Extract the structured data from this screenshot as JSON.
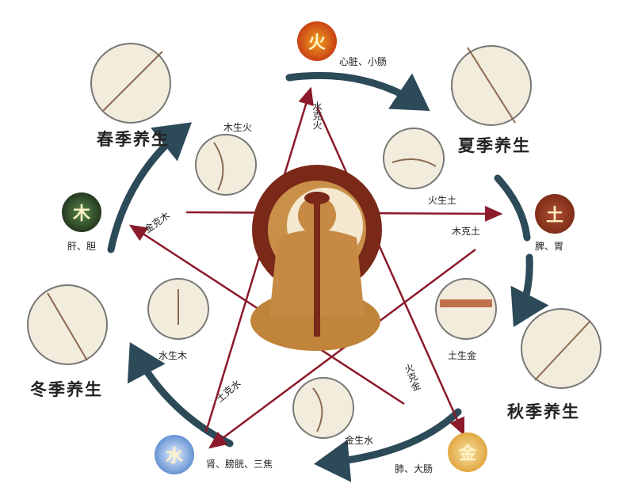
{
  "colors": {
    "fire": "#c8261a",
    "earth": "#7a2a1a",
    "metal": "#e09a2a",
    "water": "#3a78c8",
    "wood": "#1c2a1c",
    "cycle_arrow": "#2c4a58",
    "control_arrow": "#8b1a2a"
  },
  "elements": [
    {
      "key": "fire",
      "char": "火",
      "organs": "心脏、小肠"
    },
    {
      "key": "earth",
      "char": "土",
      "organs": "脾、胃"
    },
    {
      "key": "metal",
      "char": "金",
      "organs": "肺、大肠"
    },
    {
      "key": "water",
      "char": "水",
      "organs": "肾、膀胱、三焦"
    },
    {
      "key": "wood",
      "char": "木",
      "organs": "肝、胆"
    }
  ],
  "seasons": {
    "spring": "春季养生",
    "summer": "夏季养生",
    "autumn": "秋季养生",
    "winter": "冬季养生"
  },
  "generation": {
    "wood_fire": "木生火",
    "fire_earth": "火生土",
    "earth_metal": "土生金",
    "metal_water": "金生水",
    "water_wood": "水生木"
  },
  "control": {
    "water_fire": "水克火",
    "wood_earth": "木克土",
    "metal_wood": "金克木",
    "earth_water": "土克水",
    "fire_metal": "火克金"
  }
}
